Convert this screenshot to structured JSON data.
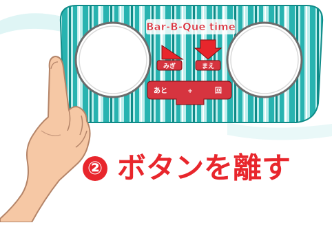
{
  "device": {
    "logo_text": "Bar-B-Que time",
    "left_button_label": "みぎ",
    "right_button_label": "まえ",
    "counter_prefix": "あと",
    "counter_symbol": "+",
    "counter_suffix": "回"
  },
  "caption": {
    "step_number": "②",
    "text": "ボタンを離す"
  },
  "colors": {
    "stripe_teal": "#28b3b0",
    "stripe_dark": "#0f8b88",
    "stripe_light": "#bfeeed",
    "accent_red": "#e8262c",
    "logo_red": "#d6343f",
    "hand_skin": "#f6c8a5"
  },
  "icons": [
    "hand-icon",
    "arrow-right-icon",
    "arrow-down-icon"
  ]
}
